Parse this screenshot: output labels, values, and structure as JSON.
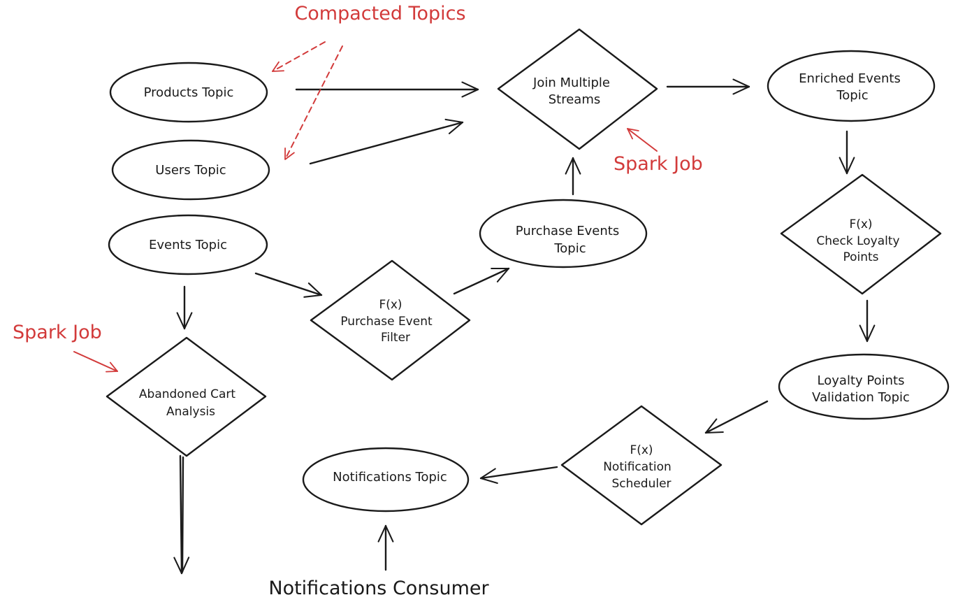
{
  "colors": {
    "ink": "#1a1a1a",
    "annotation": "#d23a3a",
    "background": "#ffffff"
  },
  "nodes": {
    "products_topic": {
      "lines": [
        "Products Topic"
      ]
    },
    "users_topic": {
      "lines": [
        "Users Topic"
      ]
    },
    "events_topic": {
      "lines": [
        "Events Topic"
      ]
    },
    "join_streams": {
      "lines": [
        "Join Multiple",
        "Streams"
      ]
    },
    "enriched_events": {
      "lines": [
        "Enriched Events",
        "Topic"
      ]
    },
    "purchase_events": {
      "lines": [
        "Purchase Events",
        "Topic"
      ]
    },
    "purchase_filter": {
      "lines": [
        "F(x)",
        "Purchase Event",
        "Filter"
      ]
    },
    "check_loyalty": {
      "lines": [
        "F(x)",
        "Check Loyalty",
        "Points"
      ]
    },
    "loyalty_validation": {
      "lines": [
        "Loyalty Points",
        "Validation Topic"
      ]
    },
    "abandoned_cart": {
      "lines": [
        "Abandoned Cart",
        "Analysis"
      ]
    },
    "notification_scheduler": {
      "lines": [
        "F(x)",
        "Notification",
        "Scheduler"
      ]
    },
    "notifications_topic": {
      "lines": [
        "Notifications Topic"
      ]
    }
  },
  "annotations": {
    "compacted_topics": "Compacted Topics",
    "spark_job_join": "Spark Job",
    "spark_job_cart": "Spark Job",
    "notifications_consumer": "Notifications Consumer"
  }
}
